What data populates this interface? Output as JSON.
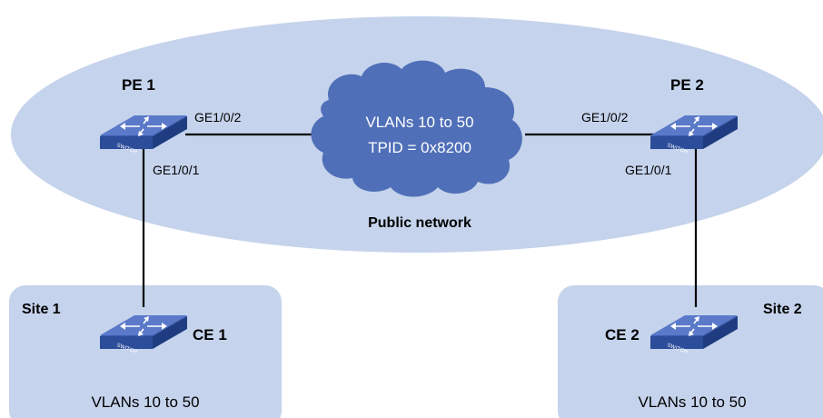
{
  "colors": {
    "ellipse_fill": "#c5d3ec",
    "site_fill": "#c5d3ec",
    "cloud_fill": "#4f6fb8",
    "switch_top": "#5a79c9",
    "switch_side": "#2c4d9a",
    "link": "#000000"
  },
  "public_network": {
    "label": "Public network"
  },
  "cloud": {
    "line1": "VLANs 10 to 50",
    "line2": "TPID = 0x8200"
  },
  "devices": {
    "pe1": {
      "name": "PE 1",
      "badge": "SWITCH",
      "icon": "switch-icon"
    },
    "pe2": {
      "name": "PE 2",
      "badge": "SWITCH",
      "icon": "switch-icon"
    },
    "ce1": {
      "name": "CE 1",
      "badge": "SWITCH",
      "icon": "switch-icon"
    },
    "ce2": {
      "name": "CE 2",
      "badge": "SWITCH",
      "icon": "switch-icon"
    }
  },
  "ports": {
    "pe1_uplink": "GE1/0/2",
    "pe1_downlink": "GE1/0/1",
    "pe2_uplink": "GE1/0/2",
    "pe2_downlink": "GE1/0/1"
  },
  "sites": {
    "site1": {
      "name": "Site 1",
      "vlans": "VLANs 10 to 50"
    },
    "site2": {
      "name": "Site 2",
      "vlans": "VLANs 10 to 50"
    }
  }
}
